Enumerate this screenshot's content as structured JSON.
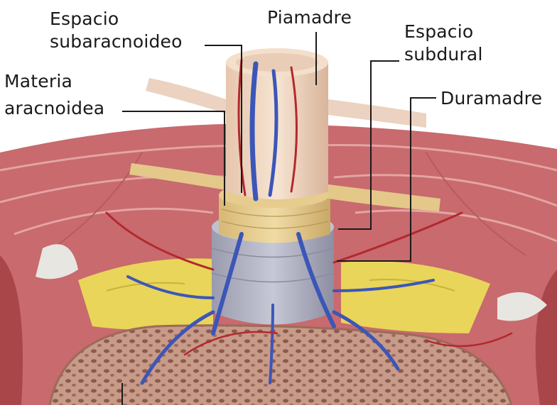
{
  "labels": {
    "subarachnoid_line1": "Espacio",
    "subarachnoid_line2": "subaracnoideo",
    "piamadre": "Piamadre",
    "subdural_line1": "Espacio",
    "subdural_line2": "subdural",
    "arachnoid_line1": "Materia",
    "arachnoid_line2": "aracnoidea",
    "duramadre": "Duramadre"
  },
  "colors": {
    "muscle": "#c86a6e",
    "fat": "#e8d55a",
    "bone": "#b98a7a",
    "spinal_cord": "#f1d9c4",
    "arachnoid": "#e3c88a",
    "dura": "#a9abbd",
    "vein": "#3c56b8",
    "artery": "#b3282e",
    "leader_line": "#1a1a1a"
  }
}
